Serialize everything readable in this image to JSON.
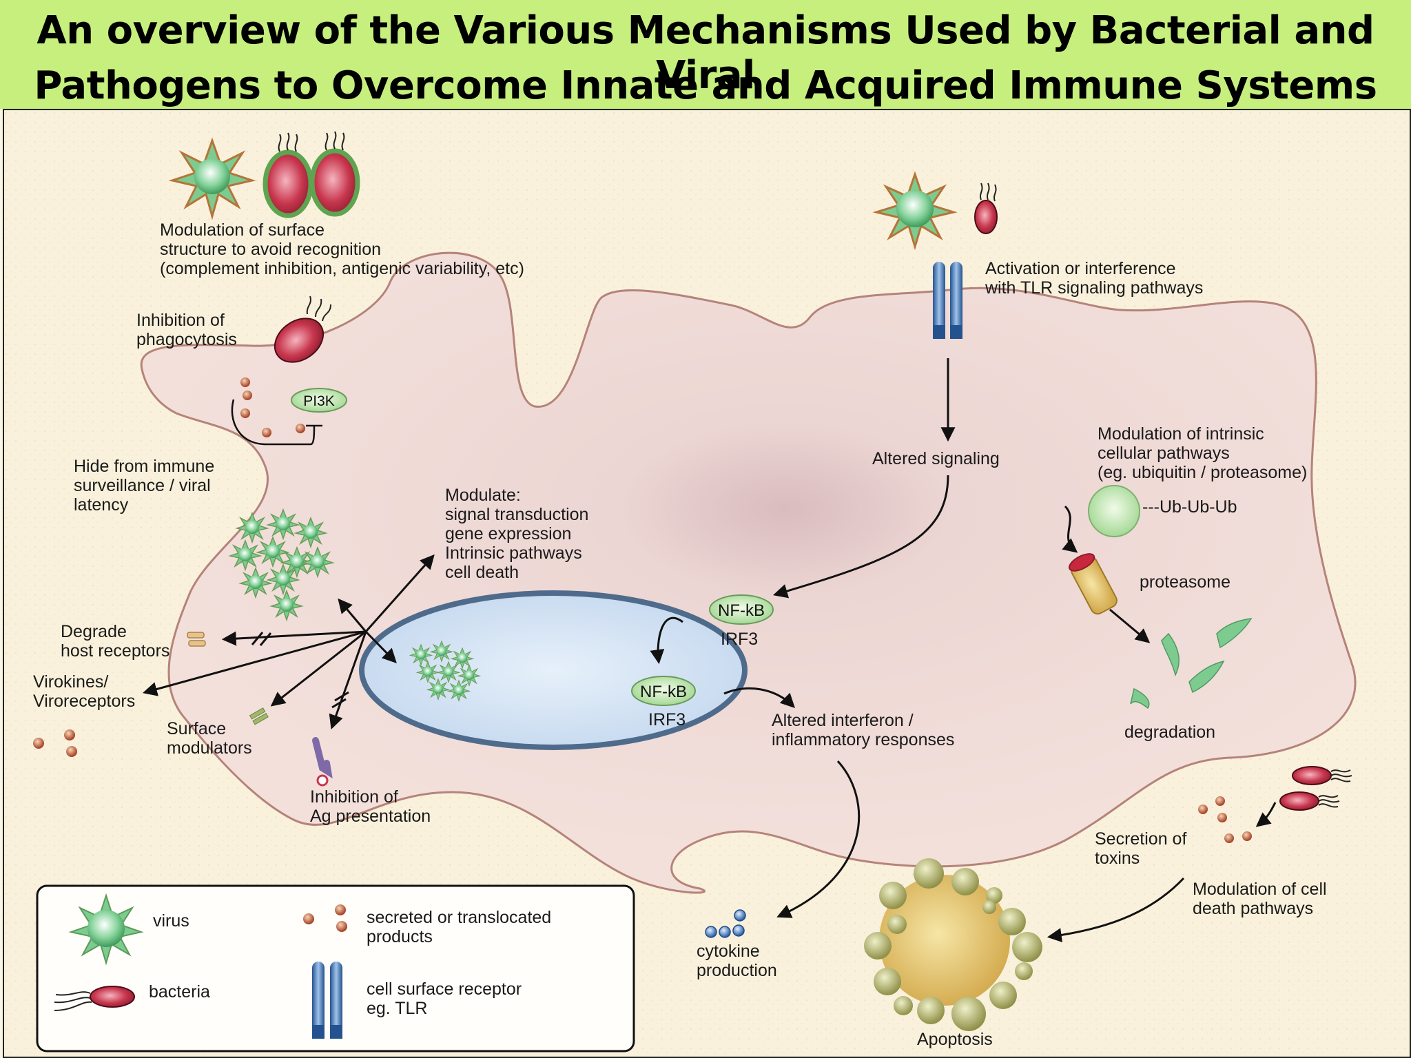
{
  "title": {
    "line1": "An overview of the Various Mechanisms Used by Bacterial and Viral",
    "line2": "Pathogens to Overcome Innate and Acquired Immune Systems"
  },
  "labels": {
    "surface_modulation": [
      "Modulation of surface",
      "structure to avoid recognition",
      "(complement inhibition, antigenic variability, etc)"
    ],
    "tlr_activation": [
      "Activation or interference",
      "with TLR signaling pathways"
    ],
    "phagocytosis": [
      "Inhibition of",
      "phagocytosis"
    ],
    "pi3k": "PI3K",
    "hide": [
      "Hide from immune",
      "surveillance / viral",
      "latency"
    ],
    "modulate": [
      "Modulate:",
      "signal transduction",
      "gene expression",
      "Intrinsic pathways",
      "cell death"
    ],
    "altered_signaling": "Altered signaling",
    "intrinsic": [
      "Modulation of intrinsic",
      "cellular pathways",
      "(eg. ubiquitin / proteasome)"
    ],
    "ubiquitin": "---Ub-Ub-Ub",
    "proteasome": "proteasome",
    "nfkb_top": "NF-kB",
    "irf3_top": "IRF3",
    "nfkb_nucleus": "NF-kB",
    "irf3_nucleus": "IRF3",
    "degrade": [
      "Degrade",
      "host receptors"
    ],
    "virokines": [
      "Virokines/",
      "Viroreceptors"
    ],
    "surface_modulators": [
      "Surface",
      "modulators"
    ],
    "ag_presentation": [
      "Inhibition of",
      "Ag presentation"
    ],
    "interferon": [
      "Altered interferon /",
      "inflammatory responses"
    ],
    "degradation": "degradation",
    "toxins": [
      "Secretion of",
      "toxins"
    ],
    "cell_death": [
      "Modulation of cell",
      "death pathways"
    ],
    "cytokine": [
      "cytokine",
      "production"
    ],
    "apoptosis": "Apoptosis"
  },
  "legend": {
    "virus": "virus",
    "bacteria": "bacteria",
    "secreted": [
      "secreted or translocated",
      "products"
    ],
    "receptor": [
      "cell surface receptor",
      "eg. TLR"
    ]
  },
  "colors": {
    "title_bg": "#c6ef7e",
    "cell_fill": "#f1dcd7",
    "cell_stroke": "#b5837a",
    "virus_green": "#7ecb8f",
    "bacteria_red": "#c8374e",
    "receptor_blue": "#3d78c4",
    "nucleus_fill": "#cfe0f2",
    "nucleus_stroke": "#4f6b8c"
  }
}
